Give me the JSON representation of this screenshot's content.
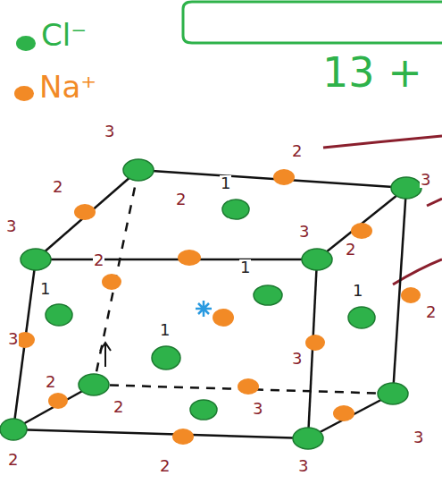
{
  "diagram": {
    "labels": [
      "13 +",
      "3",
      "2",
      "3",
      "2",
      "1",
      "2",
      "3",
      "3",
      "2",
      "1",
      "1",
      "2",
      "1",
      "2",
      "1",
      "3",
      "3",
      "2",
      "2",
      "3",
      "3",
      "2",
      "2",
      "3"
    ],
    "legend": [
      {
        "text": "Cl⁻",
        "color": "#2eb24a"
      },
      {
        "text": "Na⁺",
        "color": "#f28a26"
      }
    ]
  }
}
